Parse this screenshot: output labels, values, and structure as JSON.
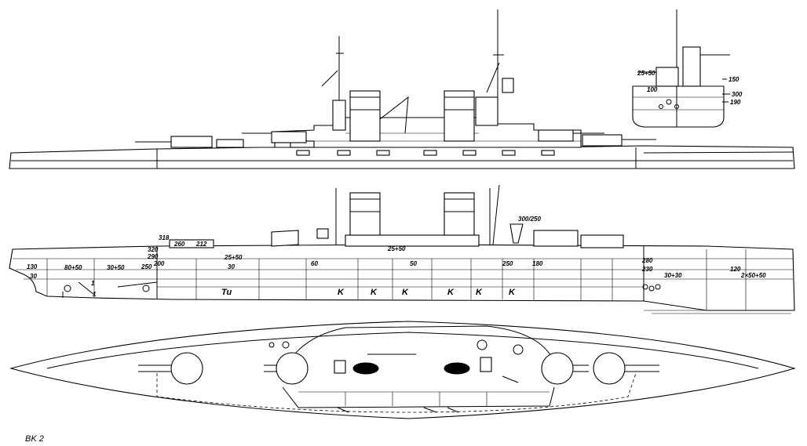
{
  "caption": "BK 2",
  "side_view_labels": {
    "armor_318": "318",
    "armor_320": "320",
    "armor_290": "290",
    "armor_200": "200",
    "armor_260": "260",
    "armor_212": "212",
    "armor_130_l": "130",
    "armor_30_l": "30",
    "armor_80_50": "80+50",
    "armor_30_50": "30+50",
    "armor_250": "250",
    "armor_25_50_fwd": "25+50",
    "armor_25_50_mid": "25+50",
    "armor_30_mid": "30",
    "armor_60": "60",
    "armor_50": "50",
    "armor_250b": "250",
    "armor_180": "180",
    "armor_300_250": "300/250",
    "armor_280": "280",
    "armor_230": "230",
    "armor_120": "120",
    "armor_30_30": "30+30",
    "armor_2_50_50": "2×50+50",
    "tu": "Tu",
    "k1": "K",
    "k2": "K",
    "k3": "K",
    "k4": "K",
    "k5": "K",
    "k6": "K",
    "one_a": "1",
    "one_b": "1"
  },
  "section_labels": {
    "s_25_50": "25+50",
    "s_150": "150",
    "s_300": "300",
    "s_190": "190",
    "s_100": "100"
  }
}
